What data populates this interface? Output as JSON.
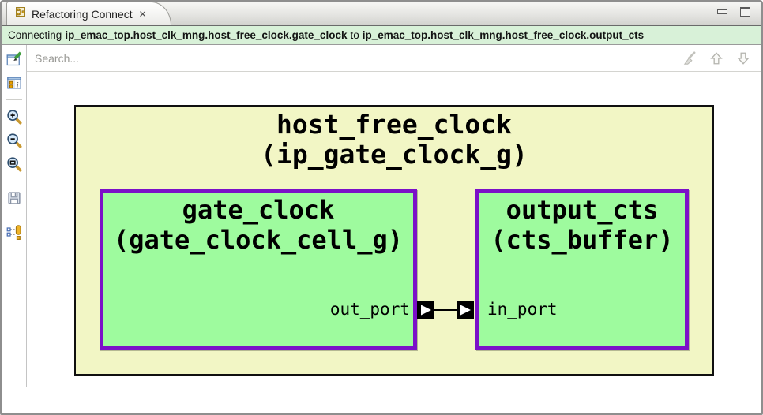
{
  "colors": {
    "purple": "#7B10C8",
    "green": "#9EFB9E",
    "yellow": "#F2F6C5",
    "msg_green": "#D8F1D8",
    "wire": "#000000"
  },
  "header": {
    "tab_title": "Refactoring Connect",
    "close_glyph": "✕",
    "icons": [
      "refactoring-diagram-icon",
      "minimize-icon",
      "maximize-icon"
    ]
  },
  "message_bar": {
    "prefix": "Connecting",
    "source_path": "ip_emac_top.host_clk_mng.host_free_clock.gate_clock",
    "connector": "to",
    "target_path": "ip_emac_top.host_clk_mng.host_free_clock.output_cts"
  },
  "toolbar": {
    "search_placeholder": "Search...",
    "action_icons": [
      "clear-icon",
      "arrow-up-icon",
      "arrow-down-icon"
    ]
  },
  "sidebar": {
    "icons": [
      "edit-diagram-icon",
      "show-info-icon",
      "zoom-in-icon",
      "zoom-out-icon",
      "zoom-fit-icon",
      "save-icon",
      "show-ports-icon"
    ]
  },
  "diagram": {
    "outer": {
      "instance": "host_free_clock",
      "module": "(ip_gate_clock_g)"
    },
    "source_block": {
      "instance": "gate_clock",
      "module": "(gate_clock_cell_g)",
      "port": "out_port"
    },
    "target_block": {
      "instance": "output_cts",
      "module": "(cts_buffer)",
      "port": "in_port"
    }
  }
}
